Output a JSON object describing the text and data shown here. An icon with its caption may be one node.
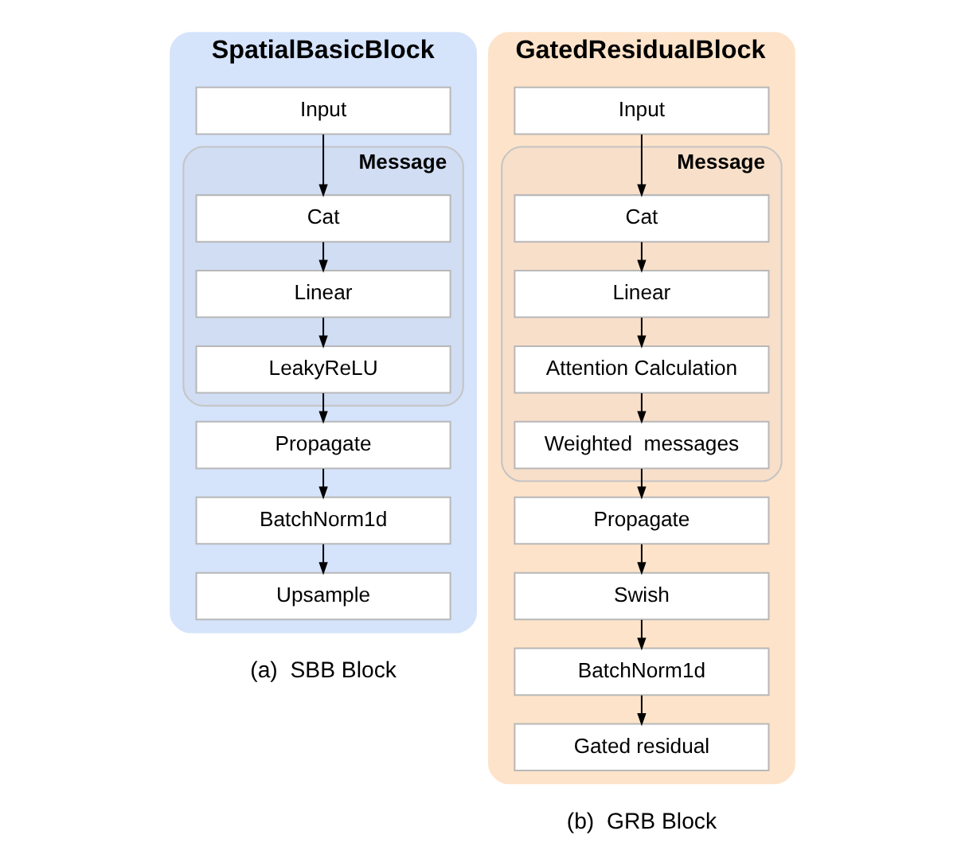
{
  "diagram": {
    "nodes": [
      {
        "text": [
          "SpatialBasicBlock"
        ],
        "beside": [
          "(a)  SBB Block"
        ]
      },
      {
        "text": [
          "Input"
        ],
        "in": 0
      },
      {
        "text": [
          "Message"
        ],
        "in": 0
      },
      {
        "text": [
          "Cat"
        ],
        "in": 2
      },
      {
        "text": [
          "Linear"
        ],
        "in": 2
      },
      {
        "text": [
          "LeakyReLU"
        ],
        "in": 2
      },
      {
        "text": [
          "Propagate"
        ],
        "in": 0
      },
      {
        "text": [
          "BatchNorm1d"
        ],
        "in": 0
      },
      {
        "text": [
          "Upsample"
        ],
        "in": 0
      },
      {
        "text": [
          "GatedResidualBlock"
        ],
        "beside": [
          "(b)  GRB Block"
        ]
      },
      {
        "text": [
          "Input"
        ],
        "in": 9
      },
      {
        "text": [
          "Message"
        ],
        "in": 9
      },
      {
        "text": [
          "Cat"
        ],
        "in": 11
      },
      {
        "text": [
          "Linear"
        ],
        "in": 11
      },
      {
        "text": [
          "Attention Calculation"
        ],
        "in": 11
      },
      {
        "text": [
          "Weighted  messages"
        ],
        "in": 11
      },
      {
        "text": [
          "Propagate"
        ],
        "in": 9
      },
      {
        "text": [
          "Swish"
        ],
        "in": 9
      },
      {
        "text": [
          "BatchNorm1d"
        ],
        "in": 9
      },
      {
        "text": [
          "Gated residual"
        ],
        "in": 9
      }
    ],
    "edges": [
      {
        "from": 1,
        "to": 3,
        "arrow": "to"
      },
      {
        "from": 3,
        "to": 4,
        "arrow": "to"
      },
      {
        "from": 4,
        "to": 5,
        "arrow": "to"
      },
      {
        "from": 5,
        "to": 6,
        "arrow": "to"
      },
      {
        "from": 6,
        "to": 7,
        "arrow": "to"
      },
      {
        "from": 7,
        "to": 8,
        "arrow": "to"
      },
      {
        "from": 10,
        "to": 12,
        "arrow": "to"
      },
      {
        "from": 12,
        "to": 13,
        "arrow": "to"
      },
      {
        "from": 13,
        "to": 14,
        "arrow": "to"
      },
      {
        "from": 14,
        "to": 15,
        "arrow": "to"
      },
      {
        "from": 15,
        "to": 16,
        "arrow": "to"
      },
      {
        "from": 16,
        "to": 17,
        "arrow": "to"
      },
      {
        "from": 17,
        "to": 18,
        "arrow": "to"
      },
      {
        "from": 18,
        "to": 19,
        "arrow": "to"
      }
    ]
  }
}
